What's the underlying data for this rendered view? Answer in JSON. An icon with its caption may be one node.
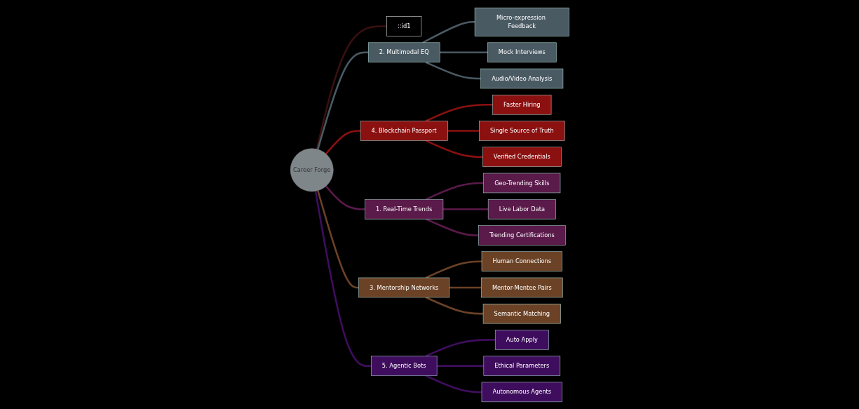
{
  "diagram": {
    "nodes": [
      {
        "text": [
          "Career Forge"
        ]
      },
      {
        "text": [
          "::id1"
        ]
      },
      {
        "text": [
          "2. Multimodal EQ"
        ]
      },
      {
        "text": [
          "Micro-expression Feedback"
        ]
      },
      {
        "text": [
          "Mock Interviews"
        ]
      },
      {
        "text": [
          "Audio/Video Analysis"
        ]
      },
      {
        "text": [
          "4. Blockchain Passport"
        ]
      },
      {
        "text": [
          "Faster Hiring"
        ]
      },
      {
        "text": [
          "Single Source of Truth"
        ]
      },
      {
        "text": [
          "Verified Credentials"
        ]
      },
      {
        "text": [
          "1. Real-Time Trends"
        ]
      },
      {
        "text": [
          "Geo-Trending Skills"
        ]
      },
      {
        "text": [
          "Live Labor Data"
        ]
      },
      {
        "text": [
          "Trending Certifications"
        ]
      },
      {
        "text": [
          "3. Mentorship Networks"
        ]
      },
      {
        "text": [
          "Human Connections"
        ]
      },
      {
        "text": [
          "Mentor-Mentee Pairs"
        ]
      },
      {
        "text": [
          "Semantic Matching"
        ]
      },
      {
        "text": [
          "5. Agentic Bots"
        ]
      },
      {
        "text": [
          "Auto Apply"
        ]
      },
      {
        "text": [
          "Ethical Parameters"
        ]
      },
      {
        "text": [
          "Autonomous Agents"
        ]
      }
    ],
    "edges": [
      {
        "from": 0,
        "to": 1,
        "arrow": "none",
        "color": "#3a1010"
      },
      {
        "from": 0,
        "to": 2,
        "arrow": "none",
        "color": "#4a5a63"
      },
      {
        "from": 2,
        "to": 3,
        "arrow": "none",
        "color": "#4a5a63"
      },
      {
        "from": 2,
        "to": 4,
        "arrow": "none",
        "color": "#4a5a63"
      },
      {
        "from": 2,
        "to": 5,
        "arrow": "none",
        "color": "#4a5a63"
      },
      {
        "from": 0,
        "to": 6,
        "arrow": "none",
        "color": "#8b1010"
      },
      {
        "from": 6,
        "to": 7,
        "arrow": "none",
        "color": "#8b1010"
      },
      {
        "from": 6,
        "to": 8,
        "arrow": "none",
        "color": "#8b1010"
      },
      {
        "from": 6,
        "to": 9,
        "arrow": "none",
        "color": "#8b1010"
      },
      {
        "from": 0,
        "to": 10,
        "arrow": "none",
        "color": "#5a1a4a"
      },
      {
        "from": 10,
        "to": 11,
        "arrow": "none",
        "color": "#5a1a4a"
      },
      {
        "from": 10,
        "to": 12,
        "arrow": "none",
        "color": "#5a1a4a"
      },
      {
        "from": 10,
        "to": 13,
        "arrow": "none",
        "color": "#5a1a4a"
      },
      {
        "from": 0,
        "to": 14,
        "arrow": "none",
        "color": "#6b4226"
      },
      {
        "from": 14,
        "to": 15,
        "arrow": "none",
        "color": "#6b4226"
      },
      {
        "from": 14,
        "to": 16,
        "arrow": "none",
        "color": "#6b4226"
      },
      {
        "from": 14,
        "to": 17,
        "arrow": "none",
        "color": "#6b4226"
      },
      {
        "from": 0,
        "to": 18,
        "arrow": "none",
        "color": "#3f0d5e"
      },
      {
        "from": 18,
        "to": 19,
        "arrow": "none",
        "color": "#3f0d5e"
      },
      {
        "from": 18,
        "to": 20,
        "arrow": "none",
        "color": "#3f0d5e"
      },
      {
        "from": 18,
        "to": 21,
        "arrow": "none",
        "color": "#3f0d5e"
      }
    ]
  }
}
